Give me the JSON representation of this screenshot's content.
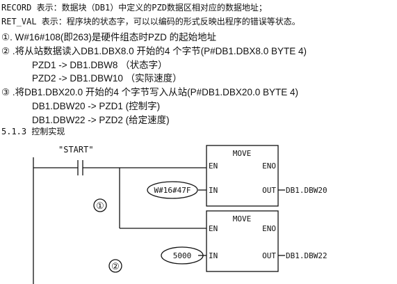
{
  "text": {
    "l1": "RECORD 表示：数据块（DB1）中定义的PZD数据区相对应的数据地址；",
    "l2": "RET_VAL 表示：程序块的状态字，可以以编码的形式反映出程序的错误等状态。",
    "l3": "①. W#16#108(即263)是硬件组态时PZD 的起始地址",
    "l4": "② .将从站数据读入DB1.DBX8.0 开始的4 个字节(P#DB1.DBX8.0 BYTE 4)",
    "l5": "PZD1 -> DB1.DBW8 （状态字）",
    "l6": "PZD2 -> DB1.DBW10 （实际速度）",
    "l7": "③ .将DB1.DBX20.0 开始的4 个字节写入从站(P#DB1.DBX20.0 BYTE 4)",
    "l8": "DB1.DBW20 -> PZD1 (控制字)",
    "l9": "DB1.DBW22 -> PZD2 (给定速度)",
    "l10": "5.1.3 控制实现"
  },
  "diagram": {
    "contact_label": "\"START\"",
    "block1": {
      "title": "MOVE",
      "en": "EN",
      "eno": "ENO",
      "in": "IN",
      "out": "OUT",
      "in_value": "W#16#47F",
      "out_value": "DB1.DBW20",
      "marker": "①"
    },
    "block2": {
      "title": "MOVE",
      "en": "EN",
      "eno": "ENO",
      "in": "IN",
      "out": "OUT",
      "in_value": "5000",
      "out_value": "DB1.DBW22",
      "marker": "②"
    }
  }
}
